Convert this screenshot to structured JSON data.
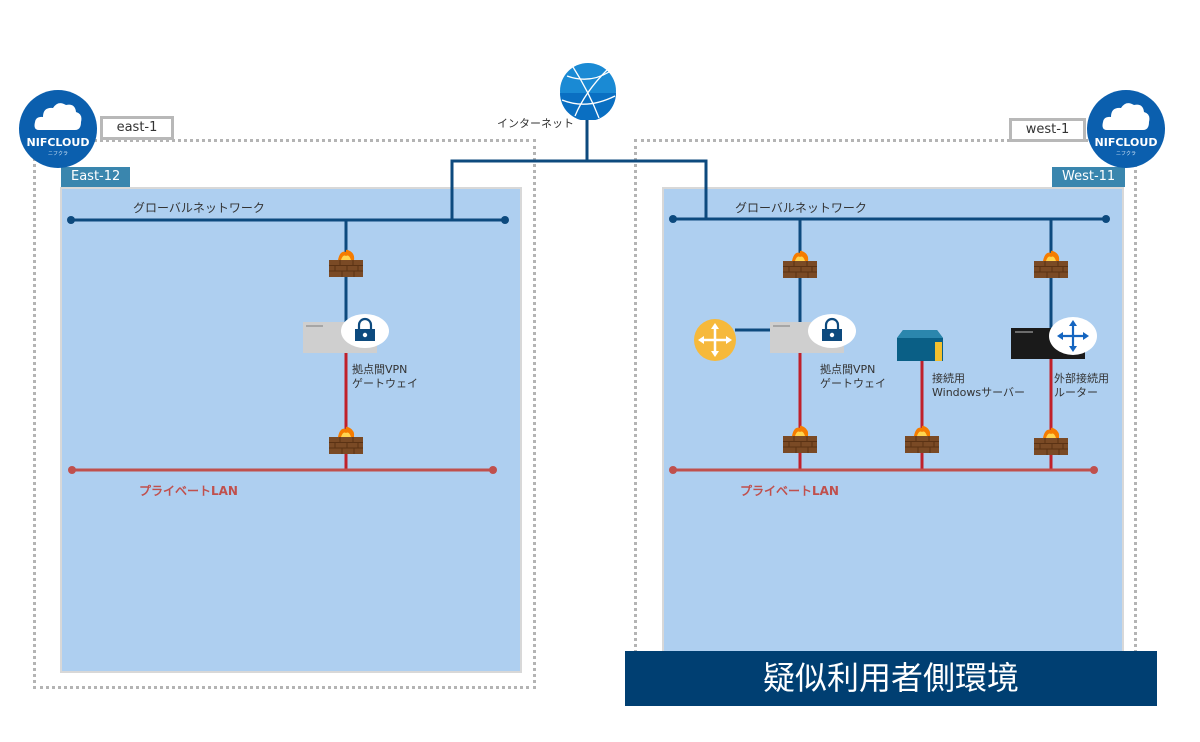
{
  "internet": {
    "label": "インターネット",
    "icon": "globe-icon"
  },
  "regions": [
    {
      "id": "east",
      "region_label": "east-1",
      "zone_label": "East-12",
      "logo": {
        "brand": "NIFCLOUD",
        "sub": "ニフクラ"
      },
      "global_network_label": "グローバルネットワーク",
      "private_lan_label": "プライベートLAN",
      "devices": [
        {
          "name": "vpn-gateway",
          "label_line1": "拠点間VPN",
          "label_line2": "ゲートウェイ"
        }
      ]
    },
    {
      "id": "west",
      "region_label": "west-1",
      "zone_label": "West-11",
      "logo": {
        "brand": "NIFCLOUD",
        "sub": "ニフクラ"
      },
      "global_network_label": "グローバルネットワーク",
      "private_lan_label": "プライベートLAN",
      "devices": [
        {
          "name": "vpn-gateway",
          "label_line1": "拠点間VPN",
          "label_line2": "ゲートウェイ"
        },
        {
          "name": "windows-server",
          "label_line1": "接続用",
          "label_line2": "Windowsサーバー"
        },
        {
          "name": "external-router",
          "label_line1": "外部接続用",
          "label_line2": "ルーター"
        }
      ]
    }
  ],
  "footer": {
    "banner": "疑似利用者側環境"
  },
  "colors": {
    "global_line": "#0d4a7e",
    "private_line": "#c0504d",
    "zone_bg": "#aecff0",
    "zone_tag": "#3a86ae",
    "logo": "#0b5fae",
    "banner": "#003f72"
  }
}
